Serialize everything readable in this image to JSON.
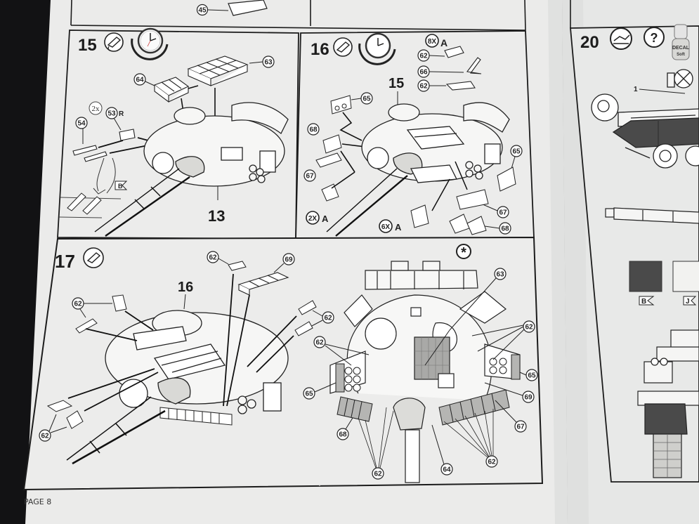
{
  "document": {
    "type": "model kit assembly instructions",
    "page_label": "PAGE 8",
    "colors": {
      "background": "#121214",
      "paper": "#e9e9e7",
      "ink": "#1c1c1c",
      "dark_paint": "#4a4a4a"
    }
  },
  "top_fragment": {
    "callout": "45"
  },
  "steps": [
    {
      "id": "step-15",
      "number": "15",
      "icons": [
        "glue-icon",
        "clock-drying-icon"
      ],
      "callouts": [
        "64",
        "63",
        "2x",
        "53",
        "54"
      ],
      "callout_suffix_53": "R",
      "color_flag": "B",
      "subassembly_label": "13"
    },
    {
      "id": "step-16",
      "number": "16",
      "icons": [
        "glue-icon",
        "clock-drying-icon"
      ],
      "quantity_top": "8X",
      "quantity_top_sprue": "A",
      "callouts": [
        "62",
        "66",
        "62",
        "65",
        "68",
        "67",
        "65",
        "67",
        "68"
      ],
      "subassembly_label": "15",
      "quantity_left": "2X",
      "quantity_left_sprue": "A",
      "quantity_bottom": "6X",
      "quantity_bottom_sprue": "A"
    },
    {
      "id": "step-17",
      "number": "17",
      "icons": [
        "glue-icon"
      ],
      "callouts": [
        "62",
        "69",
        "62",
        "62",
        "62",
        "62"
      ],
      "subassembly_label": "16"
    },
    {
      "id": "step-17-detail",
      "icon": "asterisk-icon",
      "callouts": [
        "63",
        "62",
        "62",
        "62",
        "65",
        "65",
        "69",
        "67",
        "68",
        "64",
        "62",
        "62"
      ]
    },
    {
      "id": "step-20",
      "number": "20",
      "icons": [
        "painting-icon",
        "question-icon",
        "decal-soft-icon"
      ],
      "decal_label_line1": "DECAL",
      "decal_label_line2": "Soft",
      "callout": "1",
      "swatches": [
        {
          "flag": "B",
          "color": "#4a4a4a"
        },
        {
          "flag": "J",
          "color": "#f2f2f0"
        }
      ]
    }
  ]
}
